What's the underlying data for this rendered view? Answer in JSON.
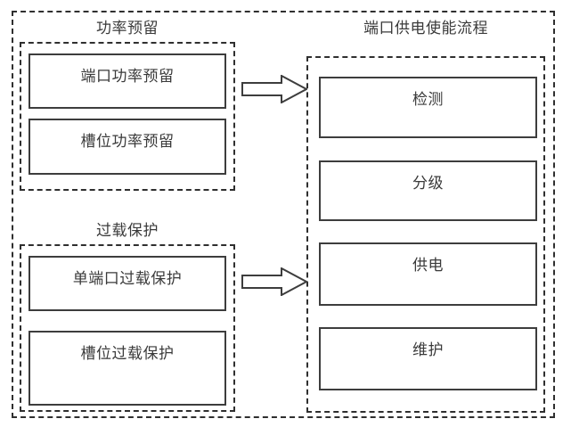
{
  "diagram": {
    "title": "",
    "outer_frame": {
      "style": "dashed"
    },
    "groups": [
      {
        "id": "power-reserve",
        "title": "功率预留",
        "items": [
          {
            "id": "port-power-reserve",
            "label": "端口功率预留"
          },
          {
            "id": "slot-power-reserve",
            "label": "槽位功率预留"
          }
        ]
      },
      {
        "id": "overload-protection",
        "title": "过载保护",
        "items": [
          {
            "id": "single-port-overload",
            "label": "单端口过载保护"
          },
          {
            "id": "slot-overload",
            "label": "槽位过载保护"
          }
        ]
      },
      {
        "id": "port-power-enable-flow",
        "title": "端口供电使能流程",
        "items": [
          {
            "id": "detection",
            "label": "检测"
          },
          {
            "id": "grading",
            "label": "分级"
          },
          {
            "id": "power-supply",
            "label": "供电"
          },
          {
            "id": "maintenance",
            "label": "维护"
          }
        ]
      }
    ],
    "arrows": [
      {
        "id": "power-reserve-to-flow",
        "direction": "right",
        "style": "hollow-block"
      },
      {
        "id": "overload-to-flow",
        "direction": "right",
        "style": "hollow-block"
      }
    ],
    "colors": {
      "line": "#3d3d3d",
      "dashed_line": "#2f2f2f",
      "text": "#3a3a3a",
      "background": "#ffffff"
    }
  }
}
